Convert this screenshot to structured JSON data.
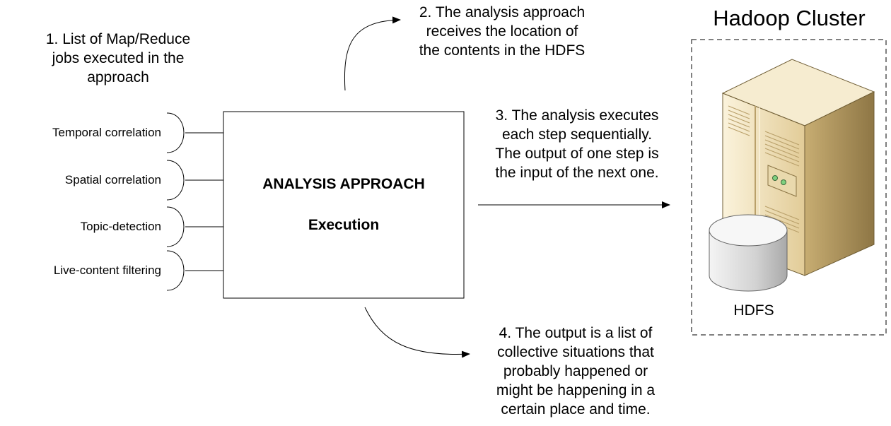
{
  "step1": {
    "text": "1. List of Map/Reduce\njobs executed in the\napproach"
  },
  "jobs": [
    "Temporal correlation",
    "Spatial correlation",
    "Topic-detection",
    "Live-content filtering"
  ],
  "analysis_box": {
    "title": "ANALYSIS APPROACH",
    "subtitle": "Execution"
  },
  "step2": {
    "text": "2. The analysis approach\nreceives the location of\nthe contents in the HDFS"
  },
  "step3": {
    "text": "3. The analysis executes\neach step sequentially.\nThe output of one step is\nthe input of the next one."
  },
  "step4": {
    "text": "4. The output is a list of\ncollective situations that\nprobably happened or\nmight be happening in a\ncertain place and time."
  },
  "cluster": {
    "title": "Hadoop Cluster",
    "hdfs_label": "HDFS"
  },
  "colors": {
    "line": "#000000",
    "server_light": "#f3e6c4",
    "server_mid": "#d9c38f",
    "server_dark": "#9c8450",
    "disk": "#dcdcdc"
  }
}
